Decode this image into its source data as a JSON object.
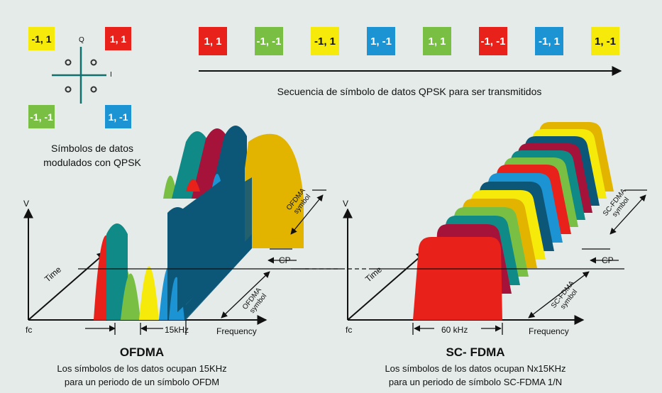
{
  "colors": {
    "red": "#e8221b",
    "green": "#78bf44",
    "yellow": "#f6ea0a",
    "blue": "#1c94d3",
    "teal": "#0f8a86",
    "darkred": "#a5123a",
    "gold": "#e2b400",
    "navy": "#0c5678",
    "bg": "#e4ebe8"
  },
  "constellation": {
    "points": [
      {
        "label": "-1, 1",
        "color": "yellow"
      },
      {
        "label": "1, 1",
        "color": "red"
      },
      {
        "label": "-1, -1",
        "color": "green"
      },
      {
        "label": "1, -1",
        "color": "blue"
      }
    ],
    "axis_q": "Q",
    "axis_i": "I",
    "caption_line1": "Símbolos de datos",
    "caption_line2": "modulados con QPSK"
  },
  "sequence": {
    "symbols": [
      {
        "label": "1, 1",
        "color": "red"
      },
      {
        "label": "-1, -1",
        "color": "green"
      },
      {
        "label": "-1, 1",
        "color": "yellow"
      },
      {
        "label": "1, -1",
        "color": "blue"
      },
      {
        "label": "1, 1",
        "color": "green"
      },
      {
        "label": "-1, -1",
        "color": "red"
      },
      {
        "label": "-1, 1",
        "color": "blue"
      },
      {
        "label": "1, -1",
        "color": "yellow"
      }
    ],
    "caption": "Secuencia de símbolo de datos QPSK para ser transmitidos"
  },
  "ofdma": {
    "axis_v": "V",
    "axis_time": "Time",
    "axis_freq": "Frequency",
    "fc": "fc",
    "subcarrier": "15kHz",
    "cp": "CP",
    "symbol_label_1": "OFDMA",
    "symbol_label_2": "symbol",
    "title": "OFDMA",
    "desc_line1": "Los símbolos de los datos ocupan 15KHz",
    "desc_line2": "para un periodo de un símbolo OFDM"
  },
  "scfdma": {
    "axis_v": "V",
    "axis_time": "Time",
    "axis_freq": "Frequency",
    "fc": "fc",
    "bandwidth": "60 kHz",
    "cp": "CP",
    "symbol_label_1": "SC-FDMA",
    "symbol_label_2": "symbol",
    "title": "SC- FDMA",
    "desc_line1": "Los símbolos de los datos ocupan Nx15KHz",
    "desc_line2": "para un periodo de símbolo SC-FDMA 1/N"
  }
}
